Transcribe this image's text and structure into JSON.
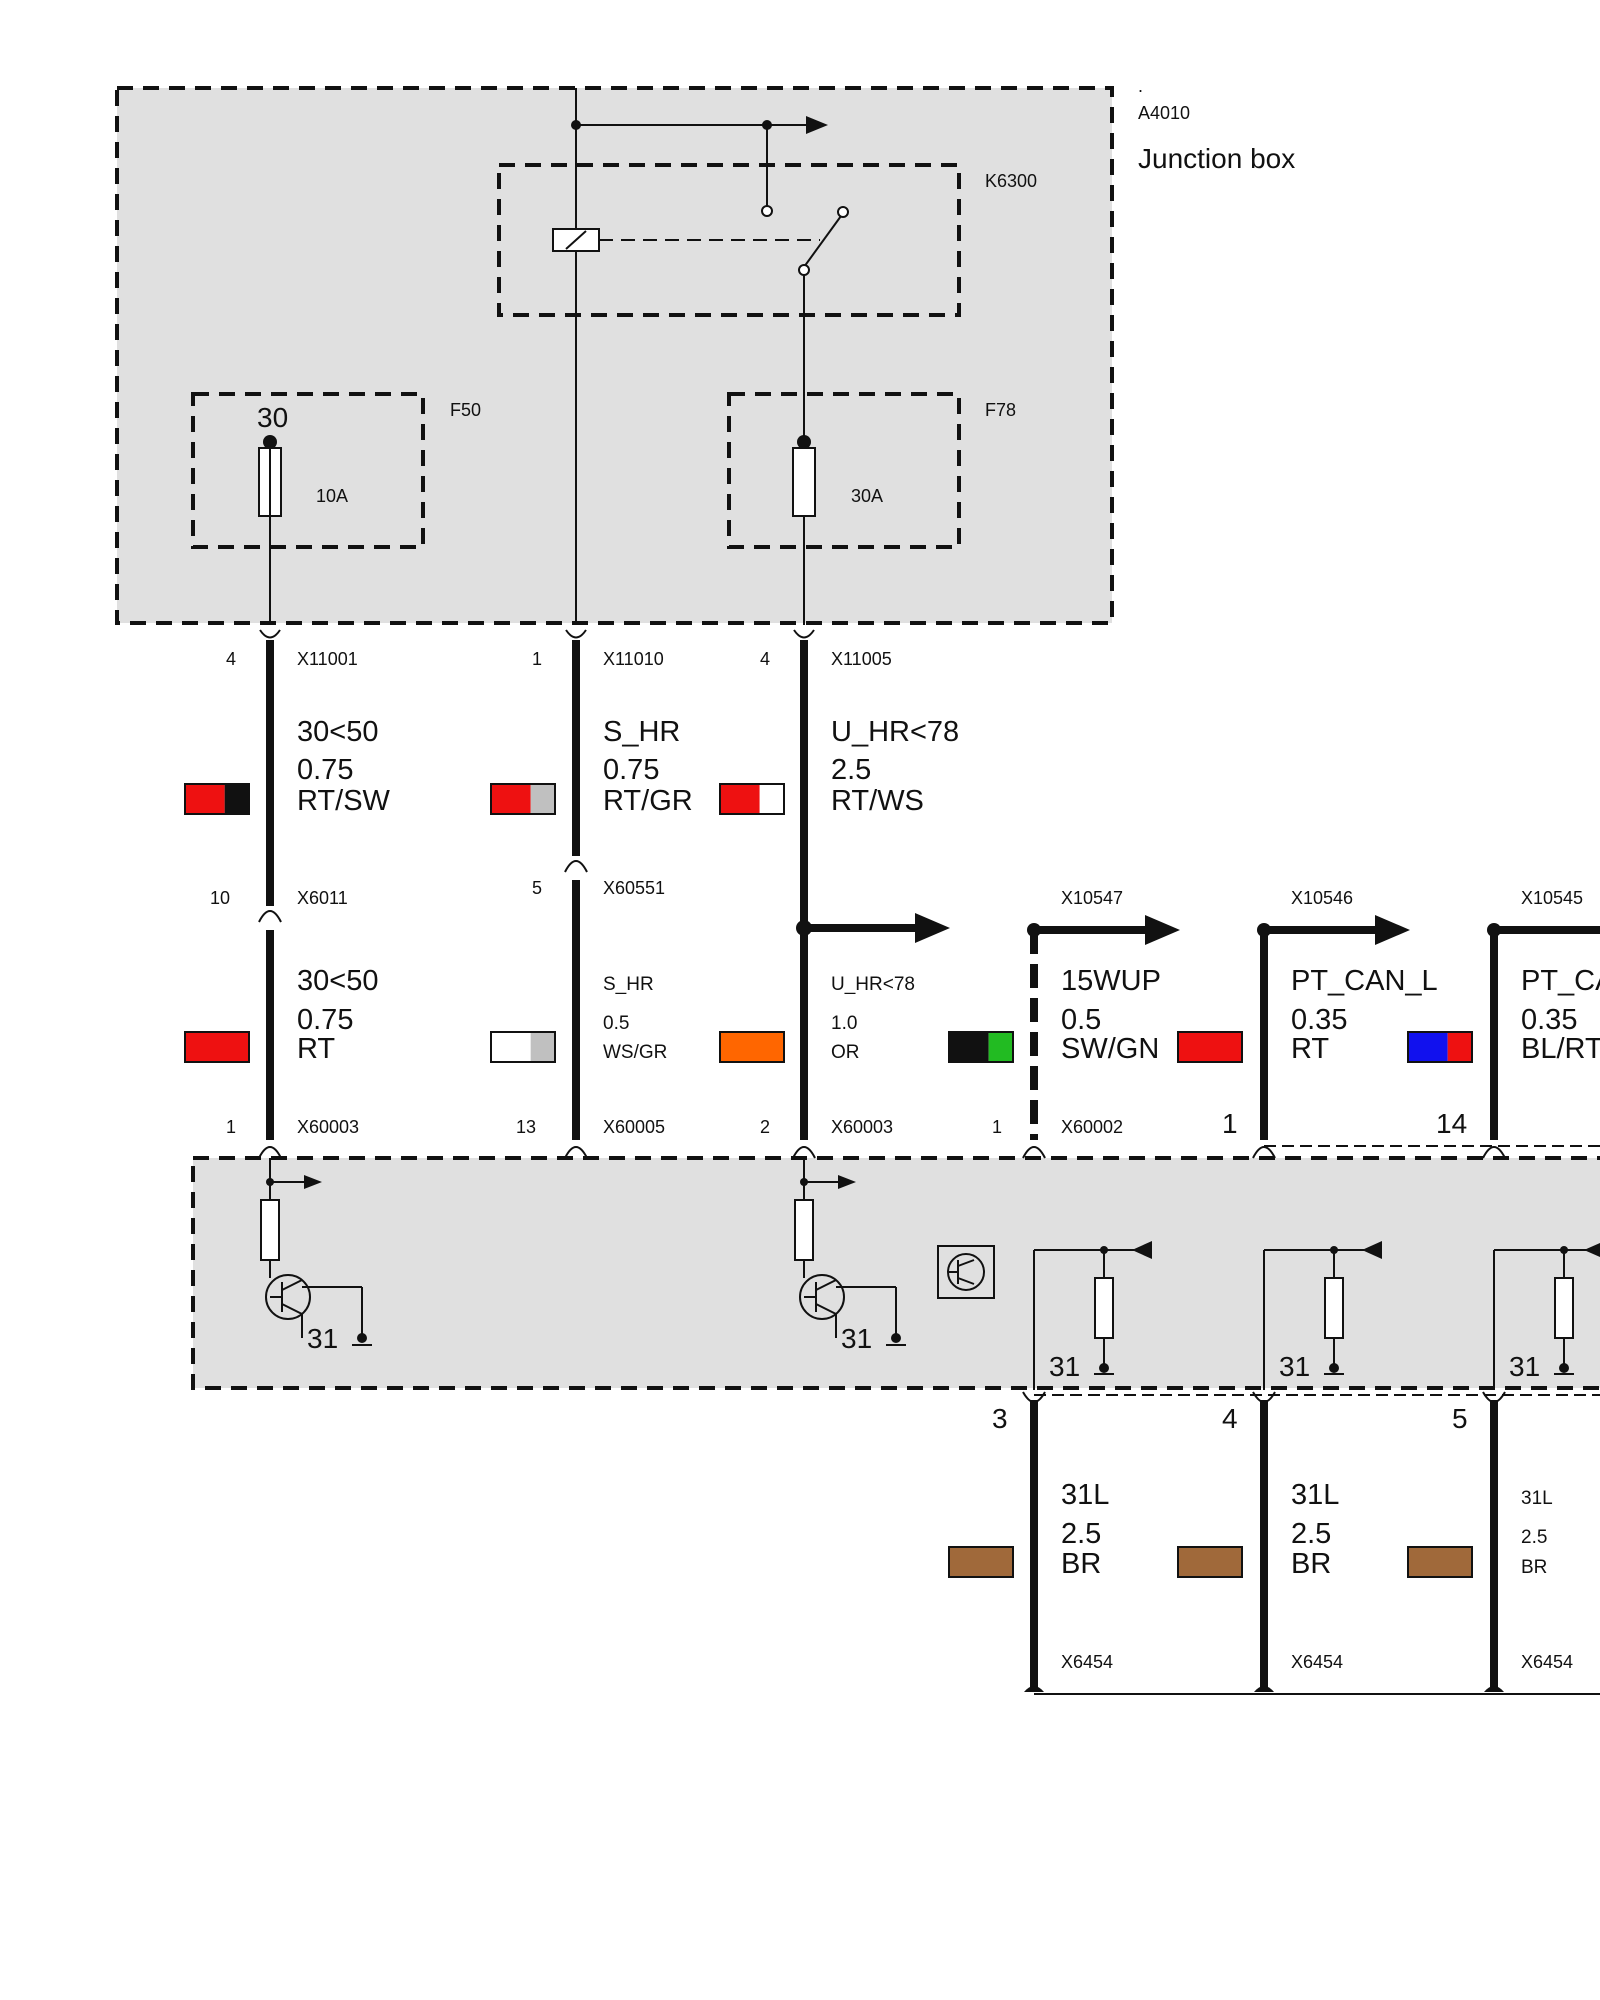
{
  "junction_box": {
    "dot": ".",
    "id": "A4010",
    "name": "Junction box",
    "relay_id": "K6300",
    "fuse1_id": "F50",
    "fuse1_terminal": "30",
    "fuse1_rating": "10A",
    "fuse2_id": "F78",
    "fuse2_rating": "30A"
  },
  "upper_wires": [
    {
      "pin": "4",
      "connector": "X11001",
      "signal": "30<50",
      "gauge": "0.75",
      "color": "RT/SW",
      "swatch": [
        "#ee1111",
        "#111111"
      ]
    },
    {
      "pin": "1",
      "connector": "X11010",
      "signal": "S_HR",
      "gauge": "0.75",
      "color": "RT/GR",
      "swatch": [
        "#ee1111",
        "#c0c0c0"
      ]
    },
    {
      "pin": "4",
      "connector": "X11005",
      "signal": "U_HR<78",
      "gauge": "2.5",
      "color": "RT/WS",
      "swatch": [
        "#ee1111",
        "#ffffff"
      ]
    }
  ],
  "mid_connectors": [
    {
      "pin": "10",
      "connector": "X6011"
    },
    {
      "pin": "5",
      "connector": "X60551"
    }
  ],
  "mid_wires": [
    {
      "signal": "30<50",
      "gauge": "0.75",
      "color": "RT",
      "swatch": [
        "#ee1111"
      ]
    },
    {
      "signal": "S_HR",
      "gauge": "0.5",
      "color": "WS/GR",
      "swatch": [
        "#ffffff",
        "#c0c0c0"
      ]
    },
    {
      "signal": "U_HR<78",
      "gauge": "1.0",
      "color": "OR",
      "swatch": [
        "#ff6600"
      ]
    },
    {
      "top_connector": "X10547",
      "signal": "15WUP",
      "gauge": "0.5",
      "color": "SW/GN",
      "swatch": [
        "#111111",
        "#22bb22"
      ]
    },
    {
      "top_connector": "X10546",
      "signal": "PT_CAN_L",
      "gauge": "0.35",
      "color": "RT",
      "swatch": [
        "#ee1111"
      ]
    },
    {
      "top_connector": "X10545",
      "signal": "PT_CAN_H",
      "gauge": "0.35",
      "color": "BL/RT",
      "swatch": [
        "#1111ee",
        "#ee1111"
      ]
    }
  ],
  "module_pins": [
    {
      "pin": "1",
      "connector": "X60003"
    },
    {
      "pin": "13",
      "connector": "X60005"
    },
    {
      "pin": "2",
      "connector": "X60003"
    },
    {
      "pin": "1",
      "connector": "X60002"
    },
    {
      "pin": "1"
    },
    {
      "pin": "14"
    }
  ],
  "module": {
    "ground_labels": [
      "31",
      "31",
      "31",
      "31",
      "31"
    ]
  },
  "lower_wires": [
    {
      "pin": "3",
      "signal": "31L",
      "gauge": "2.5",
      "color": "BR",
      "connector": "X6454",
      "swatch": [
        "#a0693a"
      ]
    },
    {
      "pin": "4",
      "signal": "31L",
      "gauge": "2.5",
      "color": "BR",
      "connector": "X6454",
      "swatch": [
        "#a0693a"
      ]
    },
    {
      "pin": "5",
      "signal": "31L",
      "gauge": "2.5",
      "color": "BR",
      "connector": "X6454",
      "swatch": [
        "#a0693a"
      ]
    }
  ]
}
